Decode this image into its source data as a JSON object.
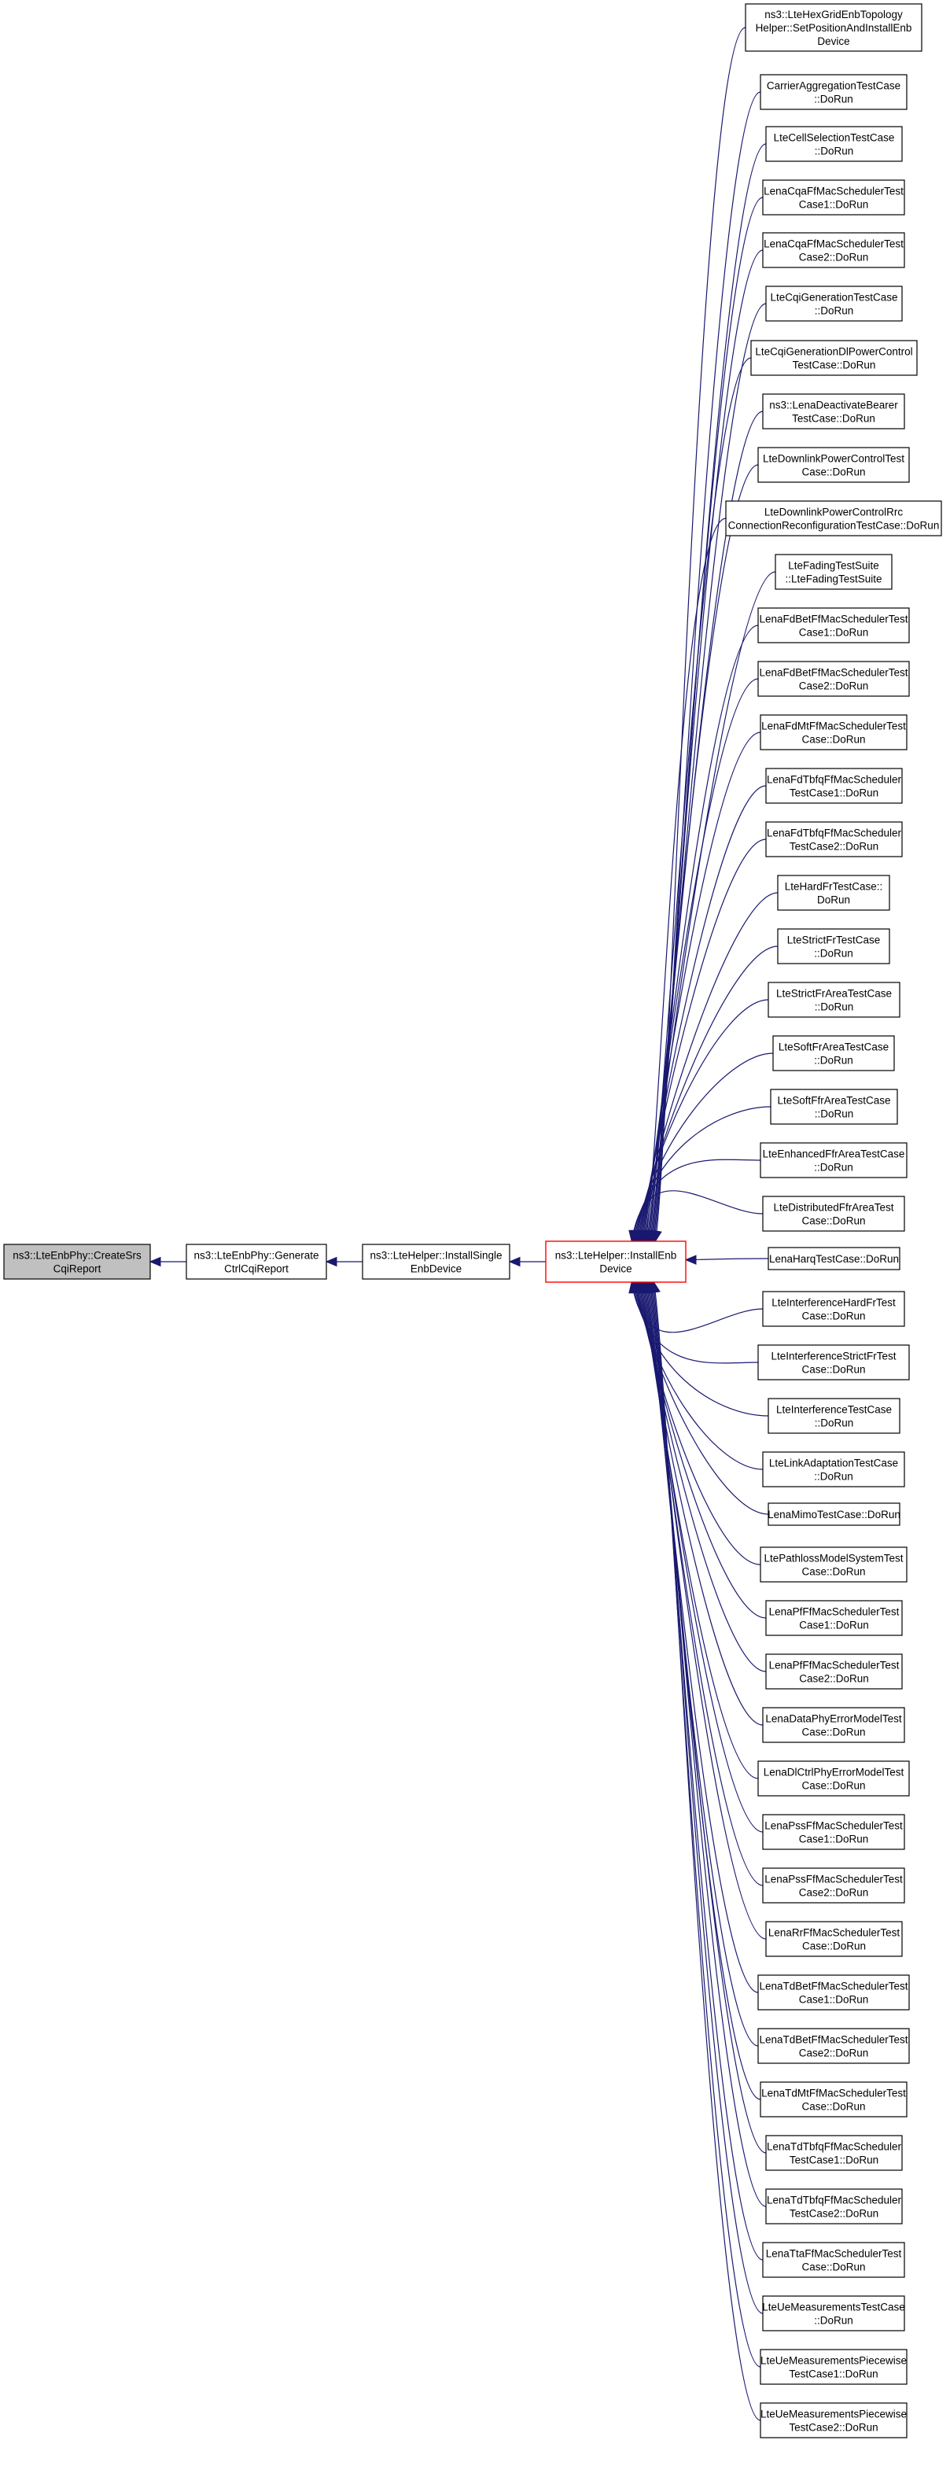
{
  "diagram": {
    "kind": "doxygen-caller-graph",
    "edge_color": "#191970",
    "root_fill": "#c0c0c0",
    "highlight_border": "#ff0000",
    "chain": [
      {
        "id": "root",
        "lines": [
          "ns3::LteEnbPhy::CreateSrs",
          "CqiReport"
        ]
      },
      {
        "id": "gen",
        "lines": [
          "ns3::LteEnbPhy::Generate",
          "CtrlCqiReport"
        ]
      },
      {
        "id": "single",
        "lines": [
          "ns3::LteHelper::InstallSingle",
          "EnbDevice"
        ]
      },
      {
        "id": "hub",
        "lines": [
          "ns3::LteHelper::InstallEnb",
          "Device"
        ]
      }
    ],
    "callers": [
      {
        "lines": [
          "ns3::LteHexGridEnbTopology",
          "Helper::SetPositionAndInstallEnb",
          "Device"
        ]
      },
      {
        "lines": [
          "CarrierAggregationTestCase",
          "::DoRun"
        ]
      },
      {
        "lines": [
          "LteCellSelectionTestCase",
          "::DoRun"
        ]
      },
      {
        "lines": [
          "LenaCqaFfMacSchedulerTest",
          "Case1::DoRun"
        ]
      },
      {
        "lines": [
          "LenaCqaFfMacSchedulerTest",
          "Case2::DoRun"
        ]
      },
      {
        "lines": [
          "LteCqiGenerationTestCase",
          "::DoRun"
        ]
      },
      {
        "lines": [
          "LteCqiGenerationDlPowerControl",
          "TestCase::DoRun"
        ]
      },
      {
        "lines": [
          "ns3::LenaDeactivateBearer",
          "TestCase::DoRun"
        ]
      },
      {
        "lines": [
          "LteDownlinkPowerControlTest",
          "Case::DoRun"
        ]
      },
      {
        "lines": [
          "LteDownlinkPowerControlRrc",
          "ConnectionReconfigurationTestCase::DoRun"
        ]
      },
      {
        "lines": [
          "LteFadingTestSuite",
          "::LteFadingTestSuite"
        ]
      },
      {
        "lines": [
          "LenaFdBetFfMacSchedulerTest",
          "Case1::DoRun"
        ]
      },
      {
        "lines": [
          "LenaFdBetFfMacSchedulerTest",
          "Case2::DoRun"
        ]
      },
      {
        "lines": [
          "LenaFdMtFfMacSchedulerTest",
          "Case::DoRun"
        ]
      },
      {
        "lines": [
          "LenaFdTbfqFfMacScheduler",
          "TestCase1::DoRun"
        ]
      },
      {
        "lines": [
          "LenaFdTbfqFfMacScheduler",
          "TestCase2::DoRun"
        ]
      },
      {
        "lines": [
          "LteHardFrTestCase::",
          "DoRun"
        ]
      },
      {
        "lines": [
          "LteStrictFrTestCase",
          "::DoRun"
        ]
      },
      {
        "lines": [
          "LteStrictFrAreaTestCase",
          "::DoRun"
        ]
      },
      {
        "lines": [
          "LteSoftFrAreaTestCase",
          "::DoRun"
        ]
      },
      {
        "lines": [
          "LteSoftFfrAreaTestCase",
          "::DoRun"
        ]
      },
      {
        "lines": [
          "LteEnhancedFfrAreaTestCase",
          "::DoRun"
        ]
      },
      {
        "lines": [
          "LteDistributedFfrAreaTest",
          "Case::DoRun"
        ]
      },
      {
        "lines": [
          "LenaHarqTestCase::DoRun"
        ]
      },
      {
        "lines": [
          "LteInterferenceHardFrTest",
          "Case::DoRun"
        ]
      },
      {
        "lines": [
          "LteInterferenceStrictFrTest",
          "Case::DoRun"
        ]
      },
      {
        "lines": [
          "LteInterferenceTestCase",
          "::DoRun"
        ]
      },
      {
        "lines": [
          "LteLinkAdaptationTestCase",
          "::DoRun"
        ]
      },
      {
        "lines": [
          "LenaMimoTestCase::DoRun"
        ]
      },
      {
        "lines": [
          "LtePathlossModelSystemTest",
          "Case::DoRun"
        ]
      },
      {
        "lines": [
          "LenaPfFfMacSchedulerTest",
          "Case1::DoRun"
        ]
      },
      {
        "lines": [
          "LenaPfFfMacSchedulerTest",
          "Case2::DoRun"
        ]
      },
      {
        "lines": [
          "LenaDataPhyErrorModelTest",
          "Case::DoRun"
        ]
      },
      {
        "lines": [
          "LenaDlCtrlPhyErrorModelTest",
          "Case::DoRun"
        ]
      },
      {
        "lines": [
          "LenaPssFfMacSchedulerTest",
          "Case1::DoRun"
        ]
      },
      {
        "lines": [
          "LenaPssFfMacSchedulerTest",
          "Case2::DoRun"
        ]
      },
      {
        "lines": [
          "LenaRrFfMacSchedulerTest",
          "Case::DoRun"
        ]
      },
      {
        "lines": [
          "LenaTdBetFfMacSchedulerTest",
          "Case1::DoRun"
        ]
      },
      {
        "lines": [
          "LenaTdBetFfMacSchedulerTest",
          "Case2::DoRun"
        ]
      },
      {
        "lines": [
          "LenaTdMtFfMacSchedulerTest",
          "Case::DoRun"
        ]
      },
      {
        "lines": [
          "LenaTdTbfqFfMacScheduler",
          "TestCase1::DoRun"
        ]
      },
      {
        "lines": [
          "LenaTdTbfqFfMacScheduler",
          "TestCase2::DoRun"
        ]
      },
      {
        "lines": [
          "LenaTtaFfMacSchedulerTest",
          "Case::DoRun"
        ]
      },
      {
        "lines": [
          "LteUeMeasurementsTestCase",
          "::DoRun"
        ]
      },
      {
        "lines": [
          "LteUeMeasurementsPiecewise",
          "TestCase1::DoRun"
        ]
      },
      {
        "lines": [
          "LteUeMeasurementsPiecewise",
          "TestCase2::DoRun"
        ]
      }
    ]
  }
}
